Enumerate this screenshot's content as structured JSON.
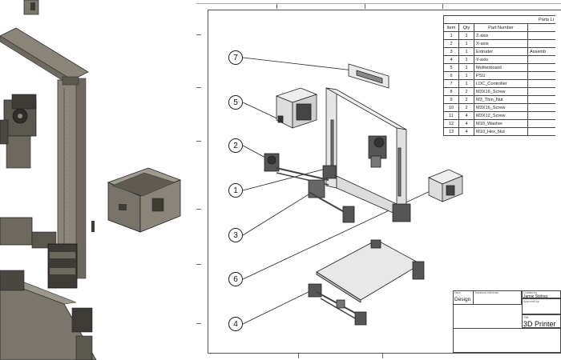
{
  "parts_list": {
    "title": "Parts Li",
    "headers": [
      "Item",
      "Qty",
      "Part Number",
      ""
    ],
    "rows": [
      [
        "1",
        "1",
        "Z-axis",
        ""
      ],
      [
        "2",
        "1",
        "X-axis",
        ""
      ],
      [
        "3",
        "1",
        "Extruder",
        "Assemb"
      ],
      [
        "4",
        "1",
        "Y-axis",
        ""
      ],
      [
        "5",
        "1",
        "Motherboard",
        ""
      ],
      [
        "6",
        "1",
        "PSU",
        ""
      ],
      [
        "7",
        "1",
        "LDC_Controller",
        ""
      ],
      [
        "8",
        "2",
        "M3X16_Screw",
        ""
      ],
      [
        "9",
        "2",
        "M3_Thin_Nut",
        ""
      ],
      [
        "10",
        "2",
        "M3X16_Screw",
        ""
      ],
      [
        "11",
        "4",
        "M3X12_Screw",
        ""
      ],
      [
        "12",
        "4",
        "M10_Washer",
        ""
      ],
      [
        "13",
        "4",
        "M10_Hex_Nut",
        ""
      ]
    ]
  },
  "balloons": [
    "7",
    "5",
    "2",
    "1",
    "3",
    "6",
    "4"
  ],
  "title_block": {
    "dept_small": "Dept",
    "dept_value": "Design",
    "tech_ref_small": "Technical reference",
    "created_by_small": "Created by",
    "created_by_value": "Jamie Stirling",
    "approved_small": "Approved by",
    "title_small": "Title",
    "title_value": "3D Printer"
  },
  "colors": {
    "part_fill": "#8a8578",
    "part_dark": "#3d3b36",
    "part_light": "#b9b4a8",
    "line": "#222222"
  },
  "icons": [
    "stepper-motor-icon",
    "frame-icon",
    "psu-box-icon",
    "bed-icon"
  ]
}
